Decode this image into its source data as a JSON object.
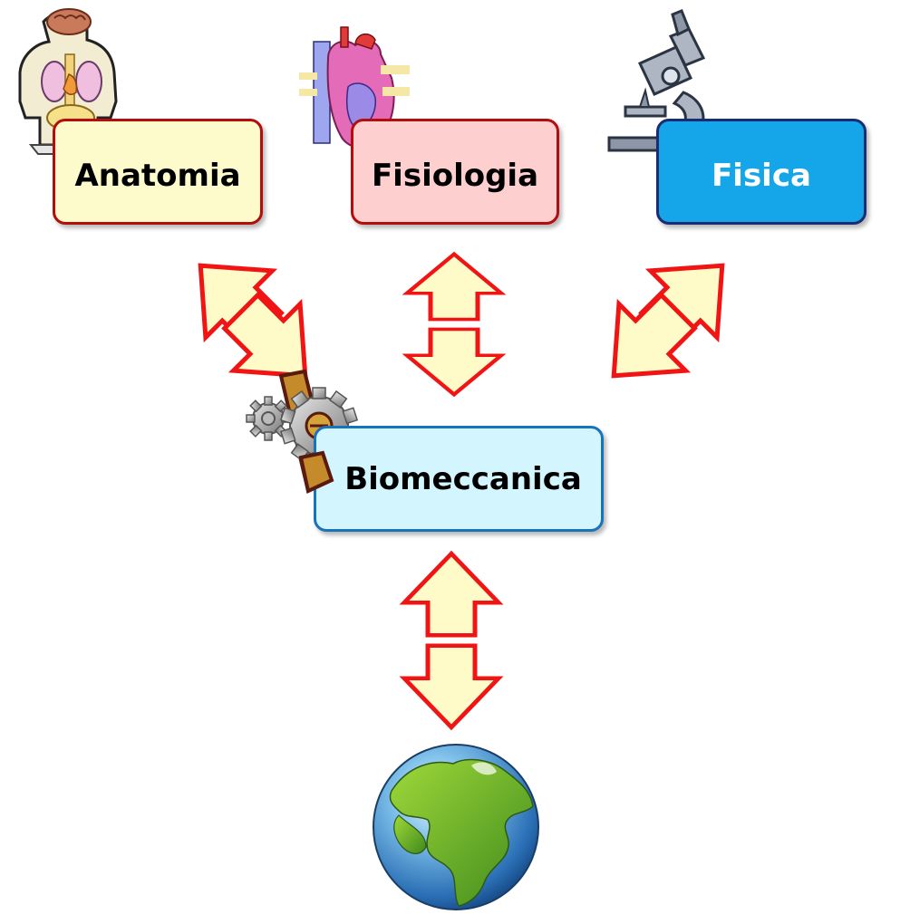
{
  "nodes": {
    "anatomia": "Anatomia",
    "fisiologia": "Fisiologia",
    "fisica": "Fisica",
    "biomeccanica": "Biomeccanica"
  },
  "colors": {
    "arrow_fill": "#fffbc8",
    "arrow_stroke": "#f01414",
    "anatomia_fill": "#fdfacb",
    "fisiologia_fill": "#fecfcf",
    "fisica_fill": "#14a6e8",
    "biomeccanica_fill": "#d3f5fd"
  },
  "icons": [
    "anatomy-torso-icon",
    "heart-icon",
    "microscope-icon",
    "gears-icon",
    "globe-icon"
  ]
}
